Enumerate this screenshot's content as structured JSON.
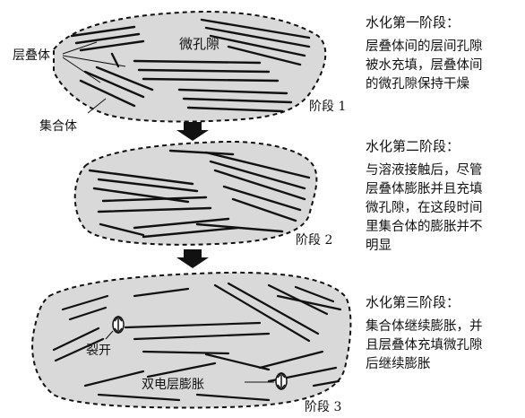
{
  "colors": {
    "fill": "#d9d9d9",
    "ink": "#111111",
    "arrow": "#111111"
  },
  "labels": {
    "layered_body": "层叠体",
    "aggregate": "集合体",
    "micropore": "微孔隙",
    "crack": "裂开",
    "double_layer": "双电层膨胀"
  },
  "stages": [
    {
      "tag": "阶段 1",
      "title": "水化第一阶段：",
      "lines": [
        "层叠体间的层间孔隙",
        "被水充填，层叠体间",
        "的微孔隙保持干燥"
      ]
    },
    {
      "tag": "阶段 2",
      "title": "水化第二阶段：",
      "lines": [
        "与溶液接触后，尽管",
        "层叠体膨胀并且充填",
        "微孔隙，在这段时间",
        "里集合体的膨胀并不",
        "明显"
      ]
    },
    {
      "tag": "阶段 3",
      "title": "水化第三阶段：",
      "lines": [
        "集合体继续膨胀，并",
        "且层叠体充填微孔隙",
        "后继续膨胀"
      ]
    }
  ]
}
